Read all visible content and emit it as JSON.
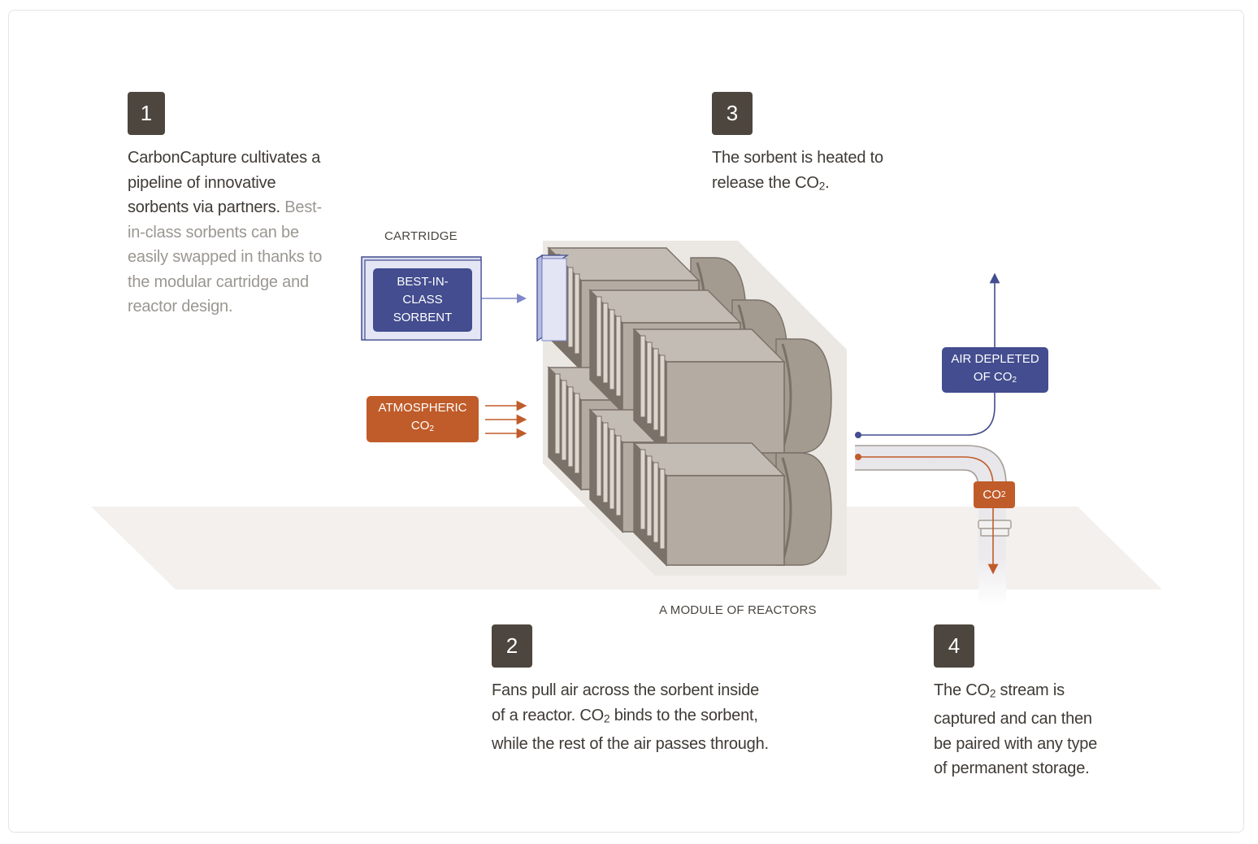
{
  "diagram": {
    "title": "CarbonCapture direct air capture process",
    "steps": [
      {
        "number": "1",
        "text_bold": "CarbonCapture cultivates a pipeline of innovative sorbents via partners.",
        "text_muted": " Best-in-class sorbents can be easily swapped in thanks to the modular cartridge and reactor design."
      },
      {
        "number": "2",
        "text_lines": [
          "Fans pull air across the sorbent inside",
          "of a reactor. CO",
          " binds to the sorbent,",
          "while the rest of the air passes through."
        ]
      },
      {
        "number": "3",
        "text_lines": [
          "The sorbent is heated to",
          "release the CO",
          "."
        ]
      },
      {
        "number": "4",
        "text_lines": [
          "The CO",
          " stream is",
          "captured and can then",
          "be paired with any type",
          "of permanent storage."
        ]
      }
    ],
    "labels": {
      "cartridge": "CARTRIDGE",
      "sorbent_box": [
        "BEST-IN-",
        "CLASS",
        "SORBENT"
      ],
      "atmospheric": [
        "ATMOSPHERIC",
        "CO"
      ],
      "air_depleted": [
        "AIR DEPLETED",
        "OF CO"
      ],
      "co2_tag": "CO",
      "module": "A MODULE OF REACTORS",
      "subscript_two": "2"
    },
    "colors": {
      "badge": "#4d463f",
      "sorbent_blue": "#434d8f",
      "co2_orange": "#c05c2a",
      "reactor_gray": "#b4aca3",
      "floor": "#f3f0ed"
    }
  }
}
